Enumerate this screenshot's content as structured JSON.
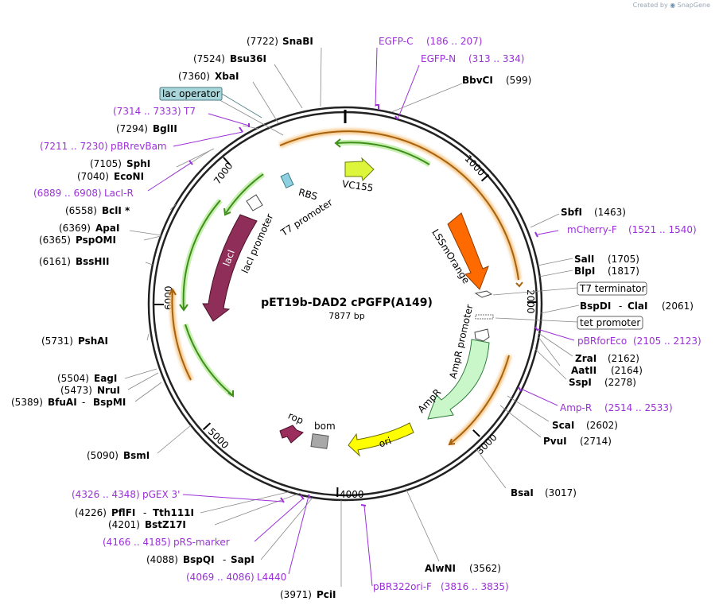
{
  "credit": {
    "prefix": "Created by",
    "brand": "SnapGene"
  },
  "title": "pET19b-DAD2 cPGFP(A149)",
  "length_label": "7877 bp",
  "ticks": [
    "1000",
    "2000",
    "3000",
    "4000",
    "5000",
    "6000",
    "7000"
  ],
  "features": {
    "vc155": "VC155",
    "lssmorange": "LSSmOrange",
    "lacI": "lacI",
    "lacI_promoter": "lacI promoter",
    "t7_promoter": "T7 promoter",
    "rbs": "RBS",
    "ampr_promoter": "AmpR promoter",
    "ampr": "AmpR",
    "ori": "ori",
    "rop": "rop",
    "bom": "bom",
    "t7_terminator": "T7 terminator",
    "tet_promoter": "tet promoter",
    "lac_operator": "lac operator"
  },
  "sites": {
    "snabi": {
      "name": "SnaBI",
      "pos": "(7722)"
    },
    "bsu36i": {
      "name": "Bsu36I",
      "pos": "(7524)"
    },
    "xbai": {
      "name": "XbaI",
      "pos": "(7360)"
    },
    "bglii": {
      "name": "BglII",
      "pos": "(7294)"
    },
    "sphi": {
      "name": "SphI",
      "pos": "(7105)"
    },
    "econi": {
      "name": "EcoNI",
      "pos": "(7040)"
    },
    "bcli": {
      "name": "BclI *",
      "pos": "(6558)"
    },
    "apai": {
      "name": "ApaI",
      "pos": "(6369)"
    },
    "pspomi": {
      "name": "PspOMI",
      "pos": "(6365)"
    },
    "bsshii": {
      "name": "BssHII",
      "pos": "(6161)"
    },
    "pshai": {
      "name": "PshAI",
      "pos": "(5731)"
    },
    "eagi": {
      "name": "EagI",
      "pos": "(5504)"
    },
    "nrui": {
      "name": "NruI",
      "pos": "(5473)"
    },
    "bfuai": {
      "name": "BfuAI",
      "name2": "BspMI",
      "pos": "(5389)"
    },
    "bsmi": {
      "name": "BsmI",
      "pos": "(5090)"
    },
    "pflfi": {
      "name": "PflFI",
      "name2": "Tth111I",
      "pos": "(4226)"
    },
    "bstz17i": {
      "name": "BstZ17I",
      "pos": "(4201)"
    },
    "bspqi": {
      "name": "BspQI",
      "name2": "SapI",
      "pos": "(4088)"
    },
    "pcii": {
      "name": "PciI",
      "pos": "(3971)"
    },
    "alwni": {
      "name": "AlwNI",
      "pos": "(3562)"
    },
    "bsai": {
      "name": "BsaI",
      "pos": "(3017)"
    },
    "pvui": {
      "name": "PvuI",
      "pos": "(2714)"
    },
    "scai": {
      "name": "ScaI",
      "pos": "(2602)"
    },
    "sspi": {
      "name": "SspI",
      "pos": "(2278)"
    },
    "aatii": {
      "name": "AatII",
      "pos": "(2164)"
    },
    "zrai": {
      "name": "ZraI",
      "pos": "(2162)"
    },
    "bspdi": {
      "name": "BspDI",
      "name2": "ClaI",
      "pos": "(2061)"
    },
    "blpi": {
      "name": "BlpI",
      "pos": "(1817)"
    },
    "sali": {
      "name": "SalI",
      "pos": "(1705)"
    },
    "sbfi": {
      "name": "SbfI",
      "pos": "(1463)"
    },
    "bbvci": {
      "name": "BbvCI",
      "pos": "(599)"
    }
  },
  "primers": {
    "egfp_c": {
      "name": "EGFP-C",
      "range": "(186 .. 207)"
    },
    "egfp_n": {
      "name": "EGFP-N",
      "range": "(313 .. 334)"
    },
    "t7": {
      "range": "(7314 .. 7333)",
      "name": "T7"
    },
    "pbrrevbam": {
      "range": "(7211 .. 7230)",
      "name": "pBRrevBam"
    },
    "laci_r": {
      "range": "(6889 .. 6908)",
      "name": "LacI-R"
    },
    "mcherry_f": {
      "name": "mCherry-F",
      "range": "(1521 .. 1540)"
    },
    "pbrforeco": {
      "name": "pBRforEco",
      "range": "(2105 .. 2123)"
    },
    "amp_r": {
      "name": "Amp-R",
      "range": "(2514 .. 2533)"
    },
    "pgex3": {
      "range": "(4326 .. 4348)",
      "name": "pGEX 3'"
    },
    "prs_marker": {
      "range": "(4166 .. 4185)",
      "name": "pRS-marker"
    },
    "l4440": {
      "range": "(4069 .. 4086)",
      "name": "L4440"
    },
    "pbr322ori_f": {
      "name": "pBR322ori-F",
      "range": "(3816 .. 3835)"
    }
  }
}
